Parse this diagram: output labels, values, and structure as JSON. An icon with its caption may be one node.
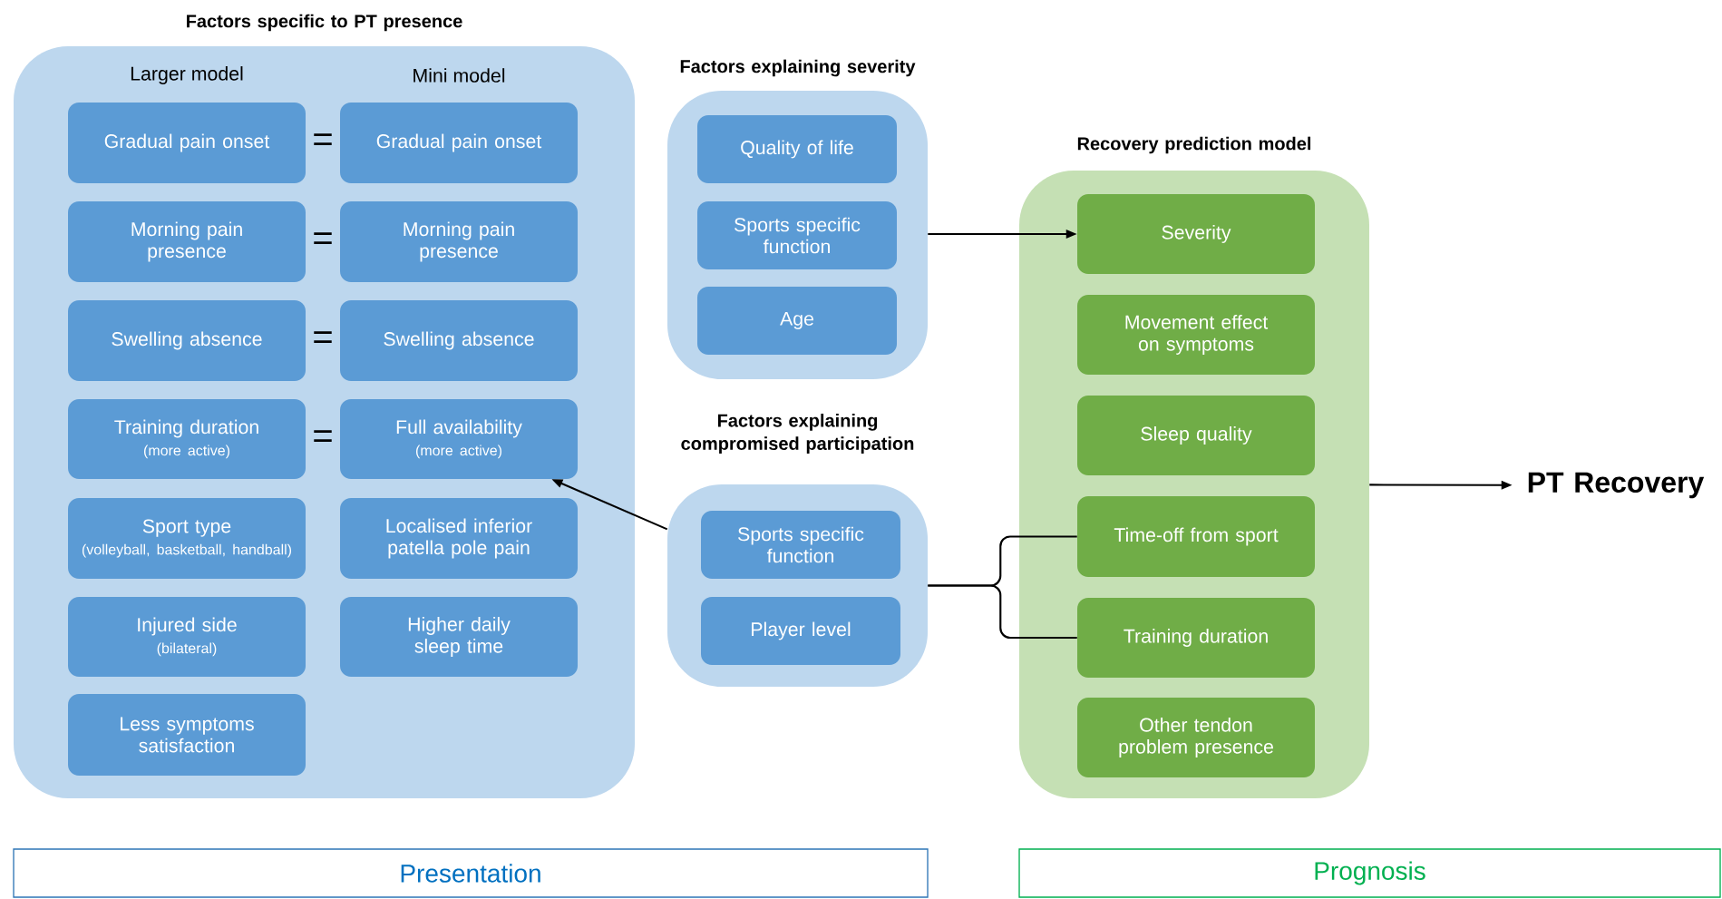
{
  "diagram": {
    "nodes": [
      {
        "text": [
          "Factors specific to PT presence"
        ]
      },
      {
        "text": [
          "Gradual pain onset"
        ],
        "in": 0
      },
      {
        "text": [
          "Gradual pain onset"
        ],
        "in": 0
      },
      {
        "text": [
          "Morning pain presence"
        ],
        "in": 0
      },
      {
        "text": [
          "Morning pain presence"
        ],
        "in": 0
      },
      {
        "text": [
          "Swelling absence"
        ],
        "in": 0
      },
      {
        "text": [
          "Swelling absence"
        ],
        "in": 0
      },
      {
        "text": [
          "Training duration",
          "(more active)"
        ],
        "in": 0
      },
      {
        "text": [
          "Full availability",
          "(more active)"
        ],
        "in": 0
      },
      {
        "text": [
          "Sport type",
          "(volleyball, basketball, handball)"
        ],
        "in": 0
      },
      {
        "text": [
          "Localised inferior patella pole pain"
        ],
        "in": 0
      },
      {
        "text": [
          "Injured side",
          "(bilateral)"
        ],
        "in": 0
      },
      {
        "text": [
          "Higher daily sleep time"
        ],
        "in": 0
      },
      {
        "text": [
          "Less symptoms satisfaction"
        ],
        "in": 0
      },
      {
        "text": [
          "Factors explaining severity"
        ]
      },
      {
        "text": [
          "Quality of life"
        ],
        "in": 14
      },
      {
        "text": [
          "Sports specific function"
        ],
        "in": 14
      },
      {
        "text": [
          "Age"
        ],
        "in": 14
      },
      {
        "text": [
          "Factors explaining compromised participation"
        ]
      },
      {
        "text": [
          "Sports specific function"
        ],
        "in": 18
      },
      {
        "text": [
          "Player level"
        ],
        "in": 18
      },
      {
        "text": [
          "Recovery prediction model"
        ]
      },
      {
        "text": [
          "Severity"
        ],
        "in": 21
      },
      {
        "text": [
          "Movement effect on symptoms"
        ],
        "in": 21
      },
      {
        "text": [
          "Sleep quality"
        ],
        "in": 21
      },
      {
        "text": [
          "Time-off from sport"
        ],
        "in": 21
      },
      {
        "text": [
          "Training duration"
        ],
        "in": 21
      },
      {
        "text": [
          "Other tendon problem presence"
        ],
        "in": 21
      },
      {
        "text": [
          "PT Recovery"
        ]
      },
      {
        "text": [
          "Presentation"
        ]
      },
      {
        "text": [
          "Prognosis"
        ]
      }
    ],
    "edges": [
      {
        "from": 14,
        "to": 22,
        "arrow": "to"
      },
      {
        "from": 18,
        "to": 8,
        "arrow": "to"
      },
      {
        "from": 18,
        "to": 25,
        "arrow": "none"
      },
      {
        "from": 18,
        "to": 26,
        "arrow": "none"
      },
      {
        "from": 21,
        "to": 28,
        "arrow": "to"
      }
    ],
    "labels": [
      "Larger model",
      "Mini model",
      "=",
      "=",
      "=",
      "="
    ]
  }
}
